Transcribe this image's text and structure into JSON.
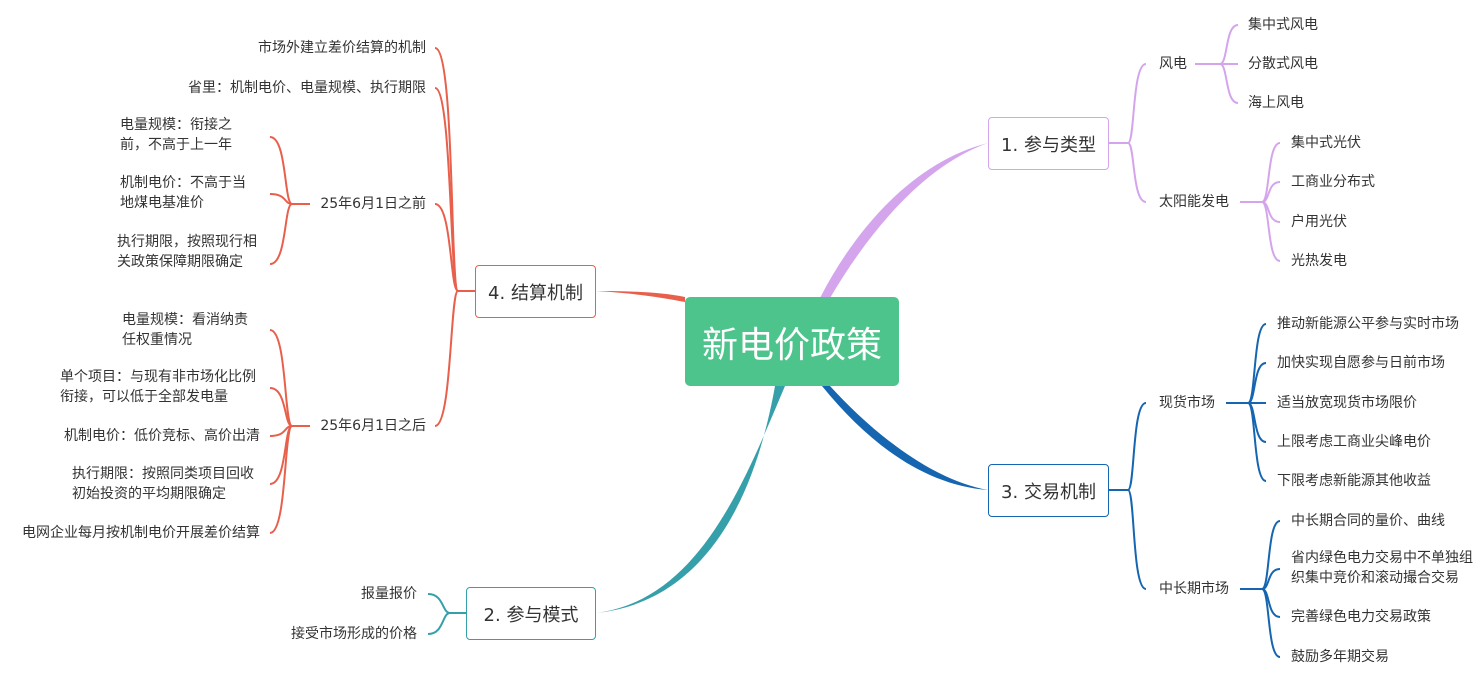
{
  "central": {
    "title": "新电价政策"
  },
  "colors": {
    "central": "#4dc48b",
    "branch1": "#d4a5ec",
    "branch2": "#36a0aa",
    "branch3": "#1565b0",
    "branch4": "#e8604c"
  },
  "branch1": {
    "label": "1. 参与类型",
    "wind": {
      "label": "风电",
      "items": [
        "集中式风电",
        "分散式风电",
        "海上风电"
      ]
    },
    "solar": {
      "label": "太阳能发电",
      "items": [
        "集中式光伏",
        "工商业分布式",
        "户用光伏",
        "光热发电"
      ]
    }
  },
  "branch2": {
    "label": "2. 参与模式",
    "items": [
      "报量报价",
      "接受市场形成的价格"
    ]
  },
  "branch3": {
    "label": "3. 交易机制",
    "spot": {
      "label": "现货市场",
      "items": [
        "推动新能源公平参与实时市场",
        "加快实现自愿参与日前市场",
        "适当放宽现货市场限价",
        "上限考虑工商业尖峰电价",
        "下限考虑新能源其他收益"
      ]
    },
    "midlong": {
      "label": "中长期市场",
      "items": [
        "中长期合同的量价、曲线",
        "省内绿色电力交易中不单独组",
        "织集中竞价和滚动撮合交易",
        "完善绿色电力交易政策",
        "鼓励多年期交易"
      ]
    }
  },
  "branch4": {
    "label": "4. 结算机制",
    "items": [
      "市场外建立差价结算的机制",
      "省里：机制电价、电量规模、执行期限"
    ],
    "before": {
      "label": "25年6月1日之前",
      "items": [
        "电量规模：衔接之",
        "前，不高于上一年",
        "机制电价：不高于当",
        "地煤电基准价",
        "执行期限，按照现行相",
        "关政策保障期限确定"
      ]
    },
    "after": {
      "label": "25年6月1日之后",
      "items": [
        "电量规模：看消纳责",
        "任权重情况",
        "单个项目：与现有非市场化比例",
        "衔接，可以低于全部发电量",
        "机制电价：低价竞标、高价出清",
        "执行期限：按照同类项目回收",
        "初始投资的平均期限确定",
        "电网企业每月按机制电价开展差价结算"
      ]
    }
  }
}
